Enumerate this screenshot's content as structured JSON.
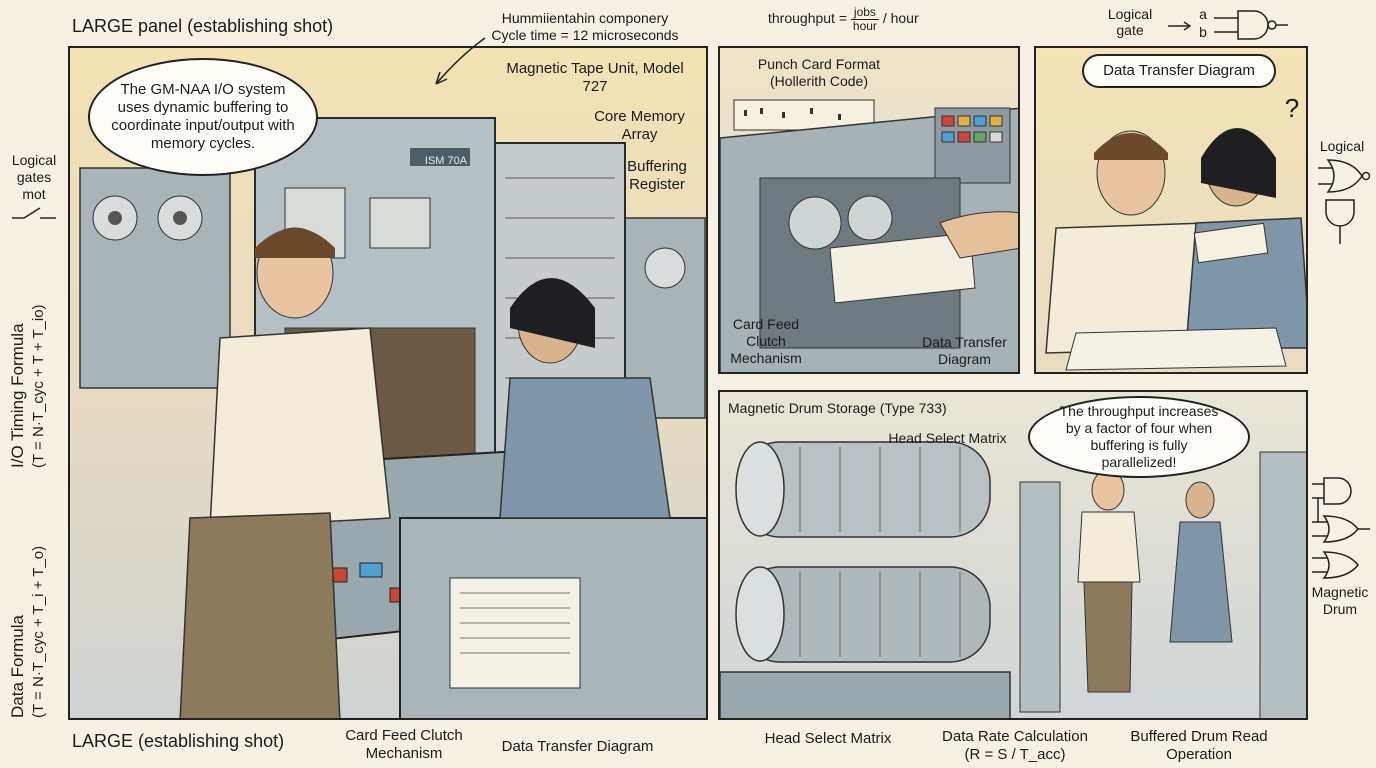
{
  "captions": {
    "top_left": "LARGE panel (establishing shot)",
    "bottom_left": "LARGE (establishing shot)"
  },
  "header_notes": {
    "component_line1": "Hummiientahin componery",
    "component_line2": "Cycle time = 12 microseconds",
    "throughput_label": "throughput =",
    "throughput_num": "jobs",
    "throughput_den": "hour",
    "throughput_tail": "/ hour",
    "gate_label_line1": "Logical",
    "gate_label_line2": "gate",
    "gate_input_a": "a",
    "gate_input_b": "b"
  },
  "margin_left": {
    "gates_line1": "Logical",
    "gates_line2": "gates",
    "gates_line3": "mot",
    "io_title": "I/O Timing Formula",
    "io_formula": "(T = N·T_cyc + T + T_io)",
    "data_title": "Data Formula",
    "data_formula": "(T = N·T_cyc + T_i + T_o)"
  },
  "margin_right": {
    "logical": "Logical",
    "drum_line1": "Magnetic",
    "drum_line2": "Drum"
  },
  "panel_main": {
    "bubble": "The GM-NAA I/O system uses dynamic buffering to coordinate input/output with memory cycles.",
    "machine_plate": "ISM 70A",
    "tape_unit": "Magnetic Tape Unit, Model 727",
    "core_memory": "Core Memory Array",
    "buffer_register": "Buffering Register"
  },
  "bottom_labels": {
    "card_feed": "Card Feed Clutch Mechanism",
    "data_transfer": "Data Transfer Diagram",
    "head_select": "Head Select Matrix",
    "data_rate_line1": "Data Rate Calculation",
    "data_rate_line2": "(R = S / T_acc)",
    "buffered_drum": "Buffered Drum Read Operation"
  },
  "panel_punch": {
    "title": "Punch Card Format (Hollerith Code)",
    "card_feed": "Card Feed Clutch Mechanism",
    "data_transfer": "Data Transfer Diagram"
  },
  "panel_discuss": {
    "bubble": "Data Transfer Diagram",
    "question": "?"
  },
  "panel_drum": {
    "title": "Magnetic Drum Storage (Type 733)",
    "head_select": "Head Select Matrix",
    "bubble": "The throughput increases by a factor of four when buffering is fully parallelized!"
  },
  "colors": {
    "ink": "#1d1d1d",
    "paper": "#f6f1e4",
    "machine_gray": "#9aa7ad",
    "warm_wall": "#f2e2b4",
    "button_red": "#c8473a",
    "button_yellow": "#e3b341",
    "button_blue": "#4f9fcf"
  }
}
